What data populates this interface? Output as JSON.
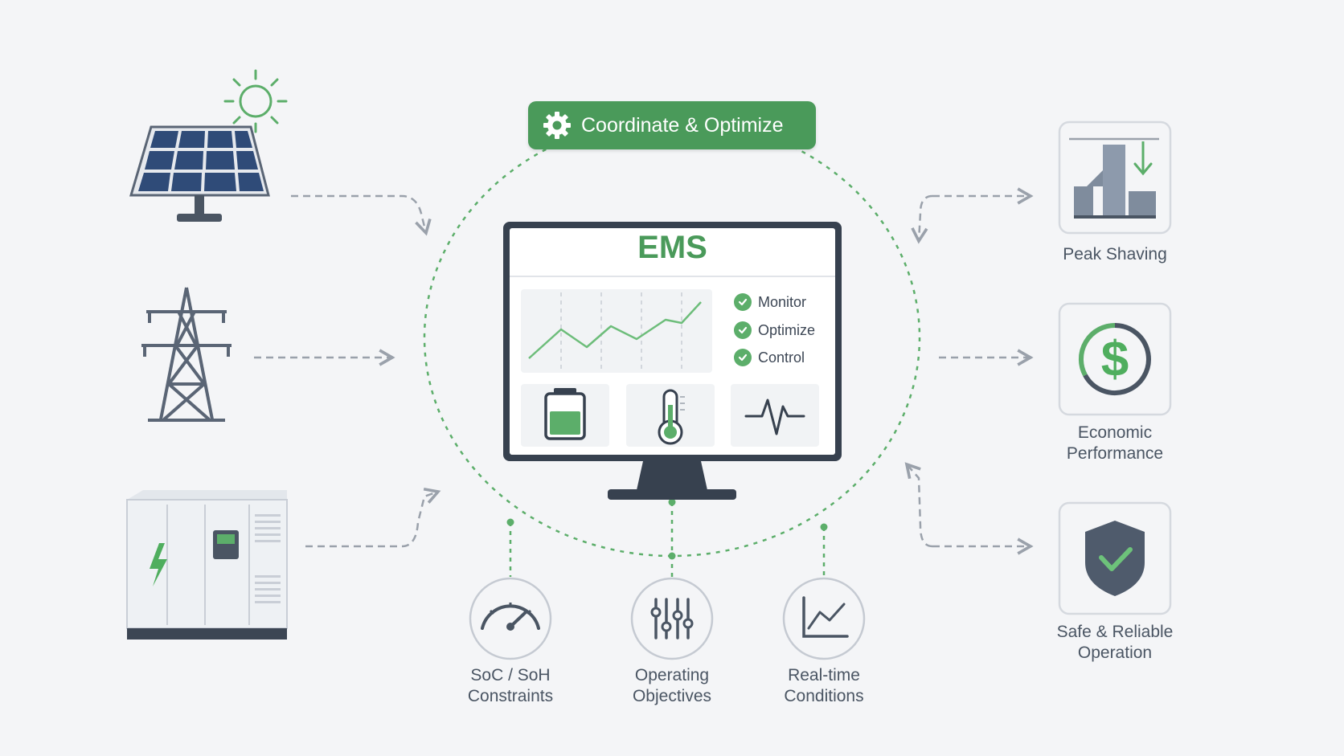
{
  "banner": {
    "label": "Coordinate & Optimize",
    "icon": "gear-icon"
  },
  "ems": {
    "title": "EMS",
    "checklist": [
      "Monitor",
      "Optimize",
      "Control"
    ]
  },
  "inputs": [
    {
      "name": "solar-panel",
      "icon": "solar-panel-icon"
    },
    {
      "name": "transmission-tower",
      "icon": "transmission-tower-icon"
    },
    {
      "name": "battery-storage-cabinet",
      "icon": "battery-cabinet-icon"
    }
  ],
  "constraints": [
    {
      "icon": "gauge-icon",
      "line1": "SoC / SoH",
      "line2": "Constraints"
    },
    {
      "icon": "sliders-icon",
      "line1": "Operating",
      "line2": "Objectives"
    },
    {
      "icon": "line-chart-icon",
      "line1": "Real-time",
      "line2": "Conditions"
    }
  ],
  "outcomes": [
    {
      "icon": "peak-shaving-icon",
      "line1": "Peak Shaving",
      "line2": ""
    },
    {
      "icon": "dollar-icon",
      "line1": "Economic",
      "line2": "Performance"
    },
    {
      "icon": "shield-check-icon",
      "line1": "Safe & Reliable",
      "line2": "Operation"
    }
  ],
  "colors": {
    "accent": "#4a9a5a",
    "accent_light": "#5cae6a",
    "slate": "#4a5563",
    "panel_blue": "#2f4b78",
    "arrow_gray": "#9aa1ab"
  }
}
